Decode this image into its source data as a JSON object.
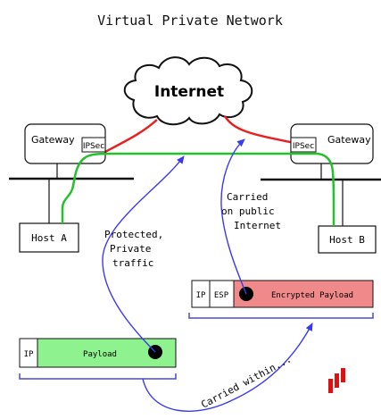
{
  "diagram": {
    "title": "Virtual Private Network",
    "cloud_label": "Internet",
    "gateway_left": {
      "label": "Gateway",
      "ipsec": "IPSec"
    },
    "gateway_right": {
      "label": "Gateway",
      "ipsec": "IPSec"
    },
    "host_a": "Host A",
    "host_b": "Host B",
    "annotation_protected_line1": "Protected,",
    "annotation_protected_line2": "Private",
    "annotation_protected_line3": "traffic",
    "annotation_carried_line1": "Carried",
    "annotation_carried_line2": "on public",
    "annotation_carried_line3": "Internet",
    "annotation_within": "Carried within...",
    "inner_packet": {
      "ip": "IP",
      "payload": "Payload"
    },
    "outer_packet": {
      "ip": "IP",
      "esp": "ESP",
      "payload": "Encrypted Payload"
    }
  },
  "colors": {
    "tunnel_green": "#22c22a",
    "internet_red": "#ea1f1f",
    "arrow_blue": "#3a3aee",
    "payload_green": "#8ef28e",
    "encrypted_red": "#f08a8a",
    "bracket_blue": "#4a4ad8",
    "logo_red": "#dd1111"
  }
}
